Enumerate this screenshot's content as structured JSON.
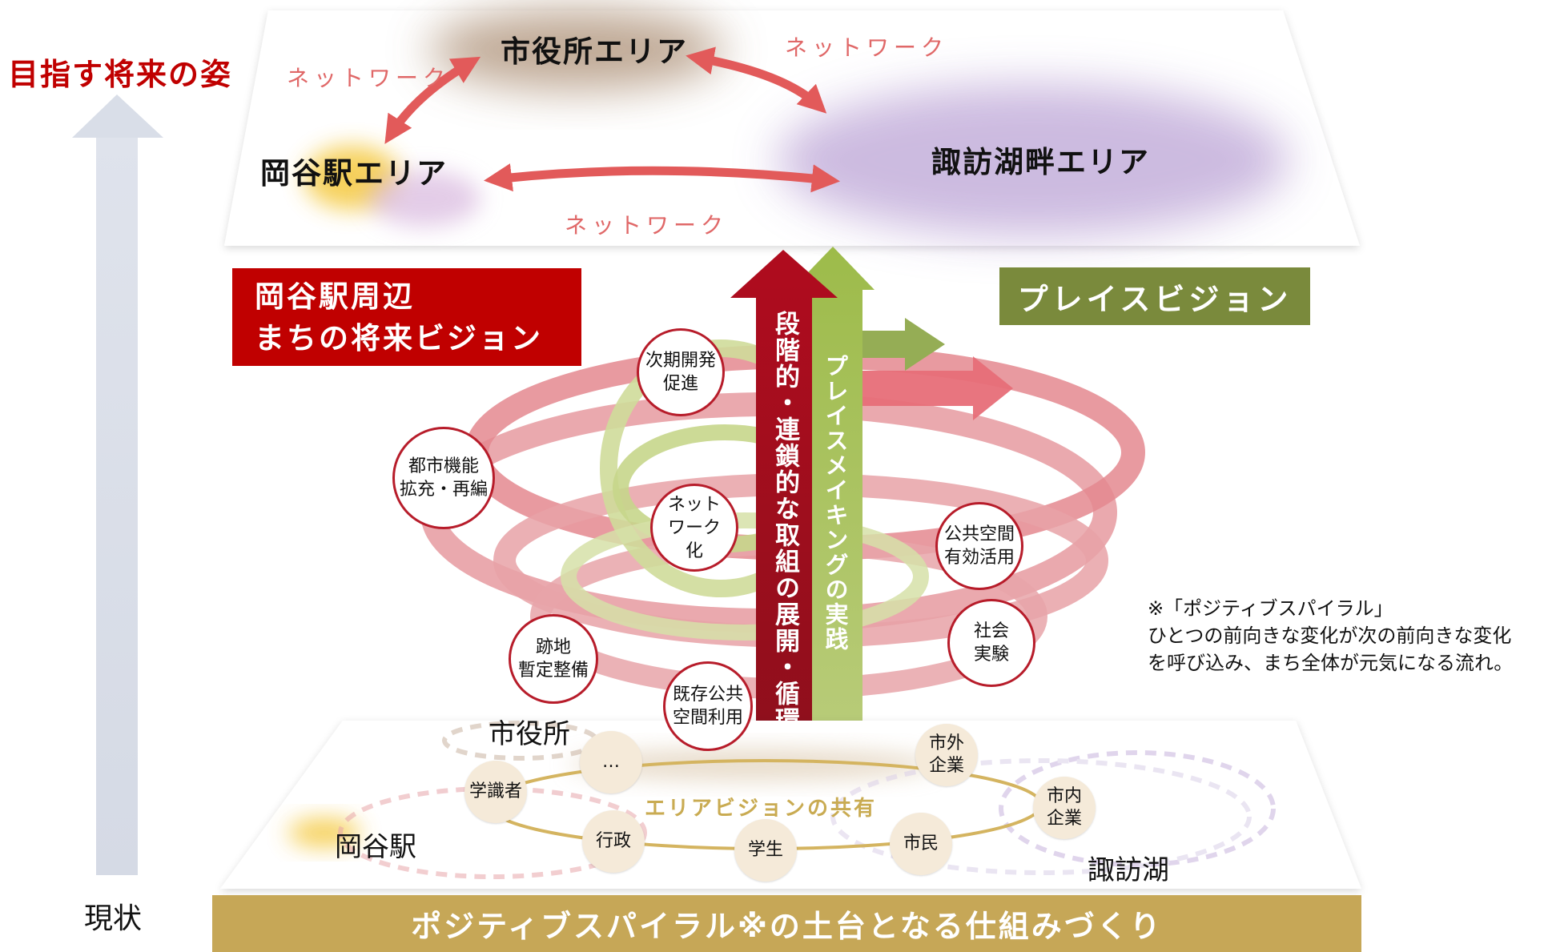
{
  "axis": {
    "goal_label": "目指す将来の姿",
    "current_label": "現状"
  },
  "top_layer": {
    "areas": {
      "city_hall": "市役所エリア",
      "okaya_station": "岡谷駅エリア",
      "lakeside": "諏訪湖畔エリア"
    },
    "network_labels": [
      "ネットワーク",
      "ネットワーク",
      "ネットワーク"
    ]
  },
  "banners": {
    "town_vision": "岡谷駅周辺\nまちの将来ビジョン",
    "place_vision": "プレイスビジョン"
  },
  "spiral": {
    "red_arrow_text": "段階的・連鎖的な取組の展開・循環",
    "green_arrow_text": "プレイスメイキングの実践",
    "circles": [
      "次期開発\n促進",
      "都市機能\n拡充・再編",
      "ネット\nワーク\n化",
      "公共空間\n有効活用",
      "跡地\n暫定整備",
      "社会\n実験",
      "既存公共\n空間利用"
    ]
  },
  "note": "※「ポジティブスパイラル」\nひとつの前向きな変化が次の前向きな変化\nを呼び込み、まち全体が元気になる流れ。",
  "bottom_layer": {
    "places": {
      "city_hall": "市役所",
      "okaya_station": "岡谷駅",
      "suwa_lake": "諏訪湖"
    },
    "shared_vision": "エリアビジョンの共有",
    "actors": [
      "…",
      "学識者",
      "行政",
      "学生",
      "市民",
      "市内\n企業",
      "市外\n企業"
    ]
  },
  "bottom_bar": "ポジティブスパイラル※の土台となる仕組みづくり",
  "colors": {
    "accent_red": "#c00000",
    "olive": "#7a8a3c",
    "gold": "#c6a757",
    "network": "#e06868"
  }
}
